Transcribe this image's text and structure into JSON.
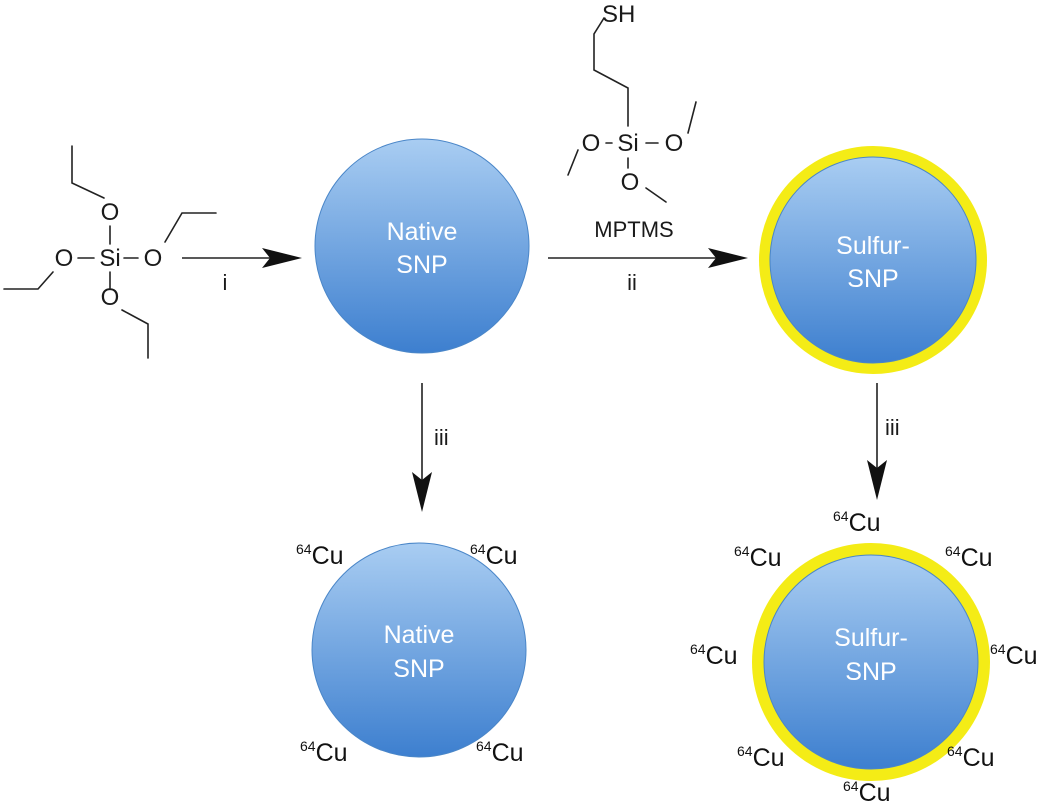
{
  "teos": {
    "o_top": "O",
    "o_right": "O",
    "o_left": "O",
    "o_bottom": "O",
    "si": "Si"
  },
  "mptms": {
    "sh": "SH",
    "o_left": "O",
    "o_right": "O",
    "o_bottom": "O",
    "si": "Si",
    "name": "MPTMS"
  },
  "steps": {
    "i": "i",
    "ii": "ii",
    "iii_left": "iii",
    "iii_right": "iii"
  },
  "native_snp": {
    "line1": "Native",
    "line2": "SNP"
  },
  "sulfur_snp": {
    "line1": "Sulfur-",
    "line2": "SNP"
  },
  "native_labeled": {
    "line1": "Native",
    "line2": "SNP",
    "cu_labels": [
      {
        "sup": "64",
        "sym": "Cu"
      },
      {
        "sup": "64",
        "sym": "Cu"
      },
      {
        "sup": "64",
        "sym": "Cu"
      },
      {
        "sup": "64",
        "sym": "Cu"
      }
    ]
  },
  "sulfur_labeled": {
    "line1": "Sulfur-",
    "line2": "SNP",
    "cu_labels": [
      {
        "sup": "64",
        "sym": "Cu"
      },
      {
        "sup": "64",
        "sym": "Cu"
      },
      {
        "sup": "64",
        "sym": "Cu"
      },
      {
        "sup": "64",
        "sym": "Cu"
      },
      {
        "sup": "64",
        "sym": "Cu"
      },
      {
        "sup": "64",
        "sym": "Cu"
      },
      {
        "sup": "64",
        "sym": "Cu"
      },
      {
        "sup": "64",
        "sym": "Cu"
      }
    ]
  },
  "colors": {
    "sphere_top": "#a9cdf2",
    "sphere_bottom": "#3d7fcf",
    "shell": "#f4ec16",
    "ink": "#1a1a1a"
  }
}
